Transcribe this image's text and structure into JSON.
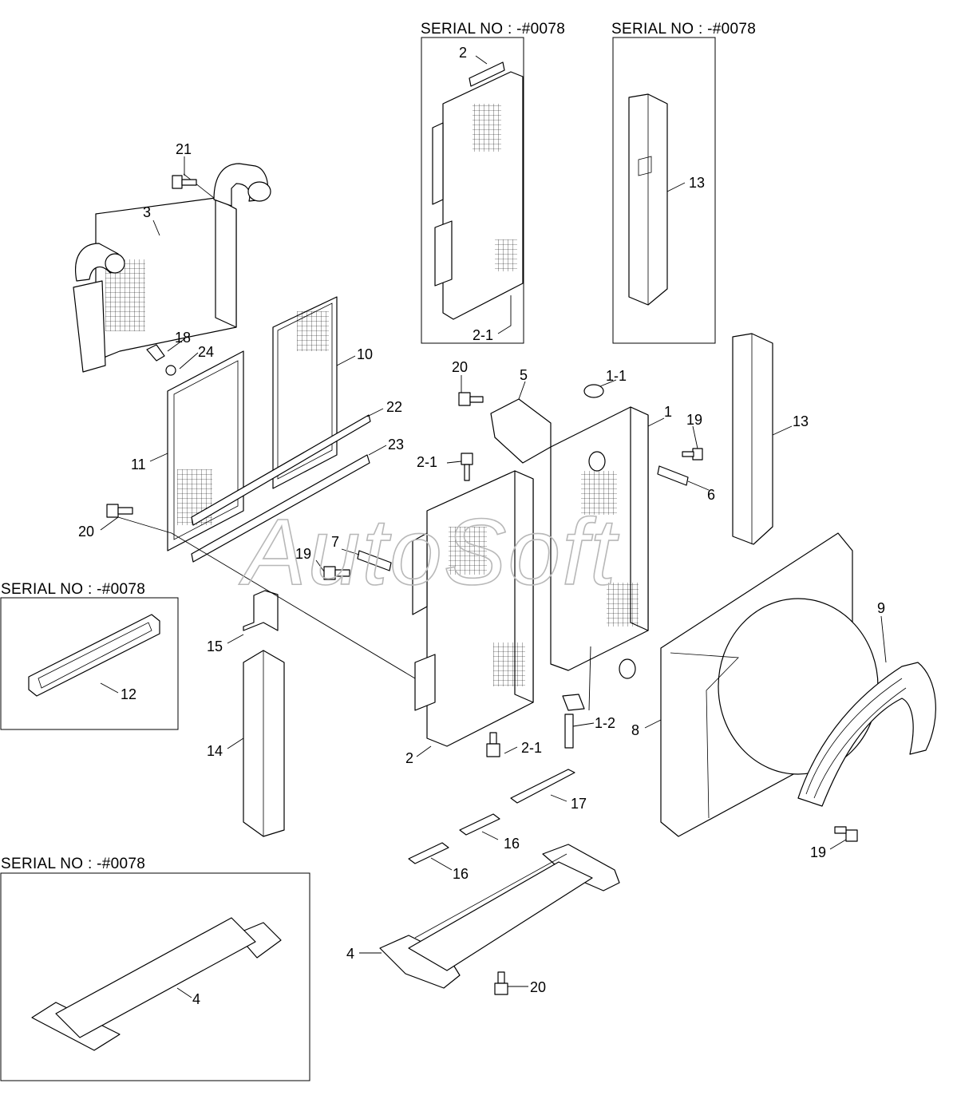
{
  "serial_labels": {
    "top_left_inset": "SERIAL NO : -#0078",
    "top_right_inset": "SERIAL NO : -#0078",
    "mid_left_inset": "SERIAL NO : -#0078",
    "bottom_left_inset": "SERIAL NO : -#0078"
  },
  "watermark": "AutoSoft",
  "callouts": {
    "p1": "1",
    "p1_1": "1-1",
    "p1_2": "1-2",
    "p2_inset": "2",
    "p2_1_inset": "2-1",
    "p2": "2",
    "p2_1_top": "2-1",
    "p2_1_bottom": "2-1",
    "p3": "3",
    "p4_inset": "4",
    "p4": "4",
    "p5": "5",
    "p6": "6",
    "p7": "7",
    "p8": "8",
    "p9": "9",
    "p10": "10",
    "p11": "11",
    "p12": "12",
    "p13_inset": "13",
    "p13": "13",
    "p14": "14",
    "p15": "15",
    "p16_a": "16",
    "p16_b": "16",
    "p17": "17",
    "p18": "18",
    "p19_left": "19",
    "p19_right": "19",
    "p19_bottom": "19",
    "p20_left": "20",
    "p20_top": "20",
    "p20_bottom": "20",
    "p21": "21",
    "p22": "22",
    "p23": "23",
    "p24": "24"
  }
}
